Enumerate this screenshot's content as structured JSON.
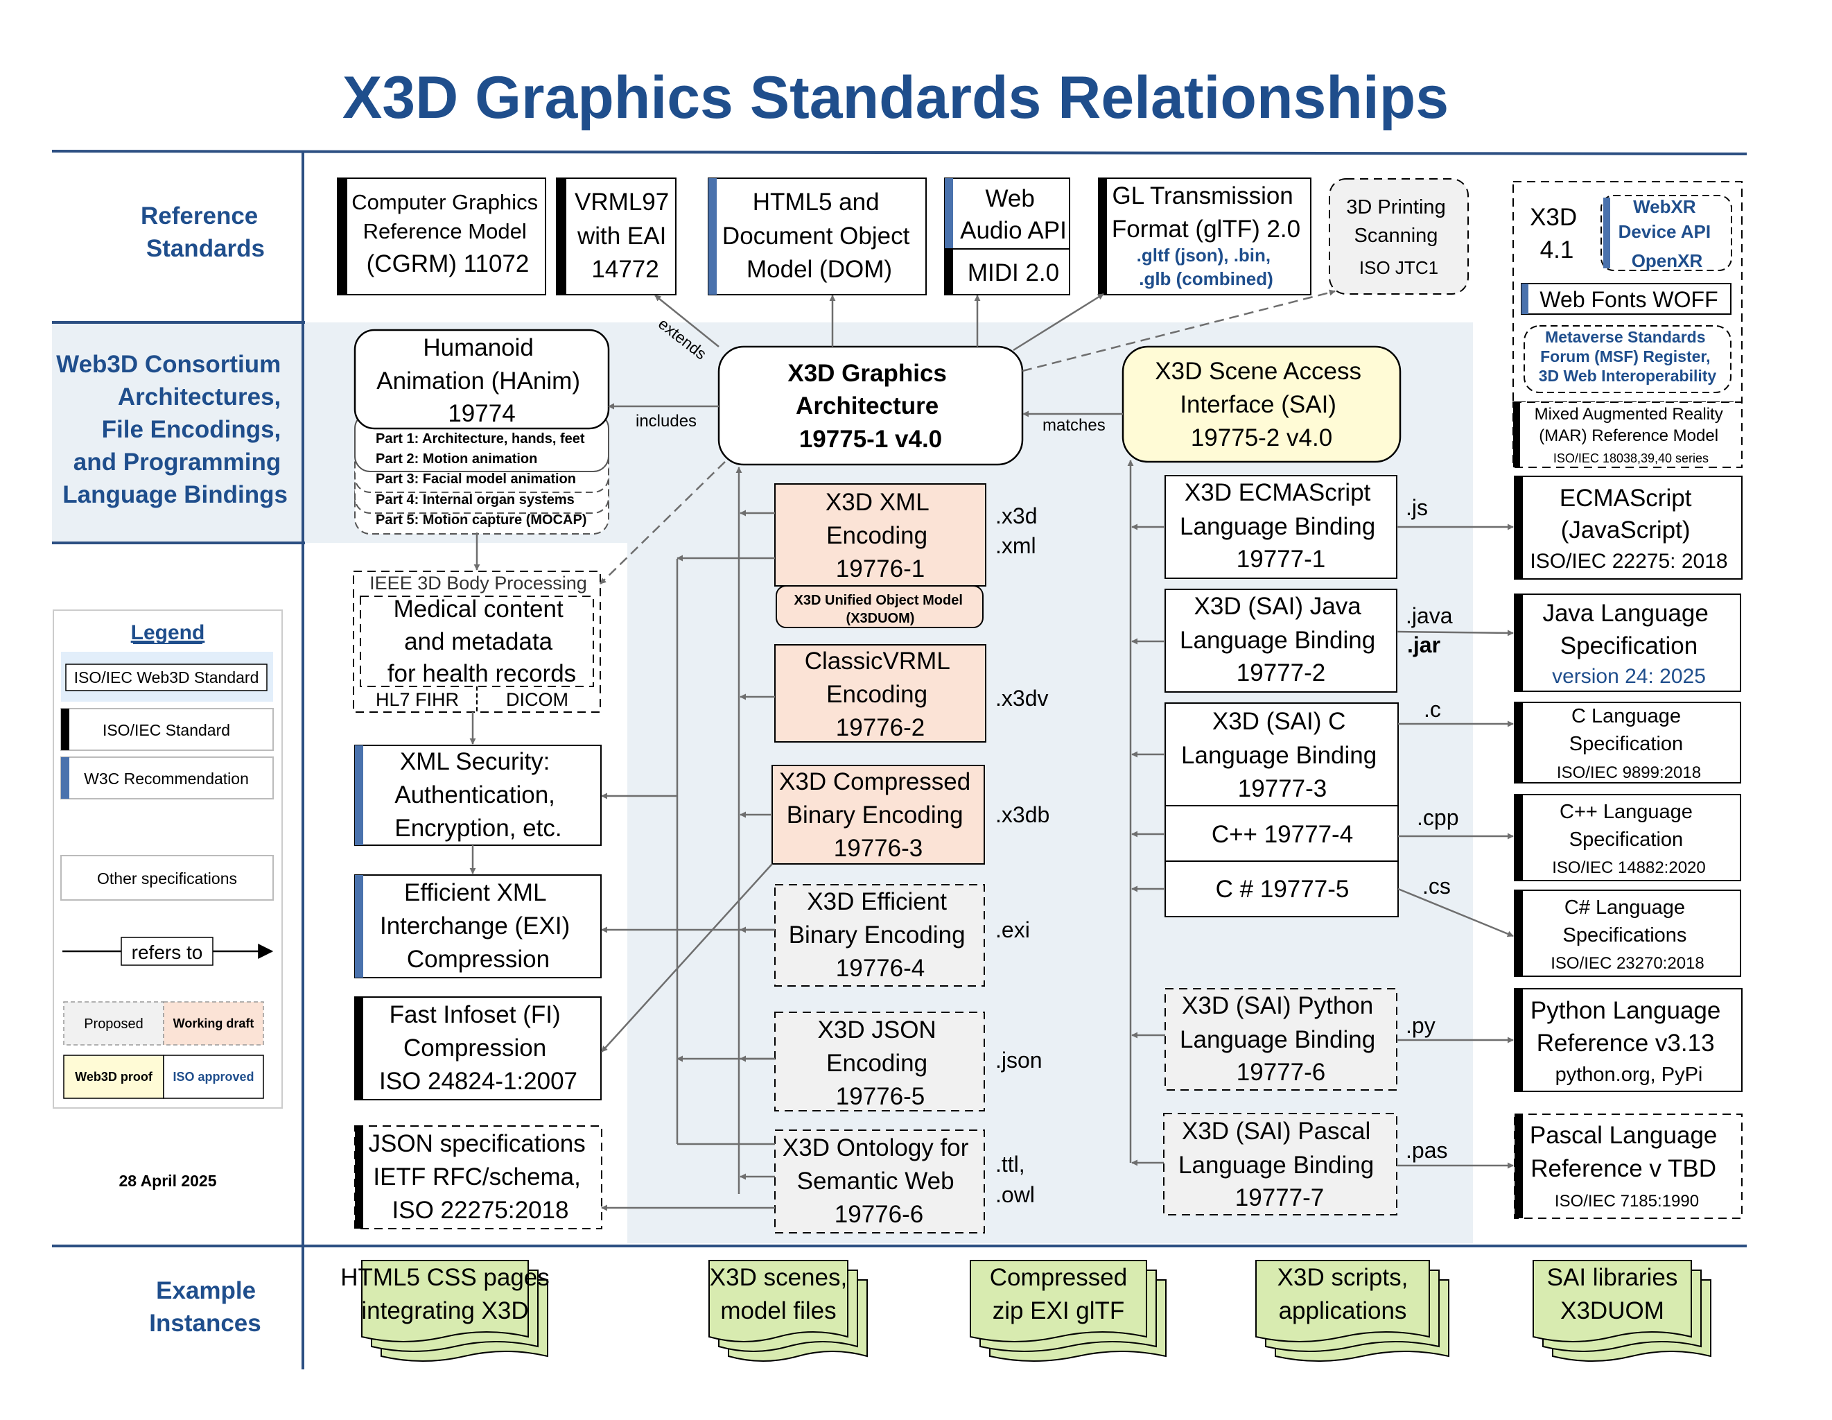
{
  "title": "X3D Graphics Standards Relationships",
  "colors": {
    "title_blue": "#1f4e8c",
    "panel_fill": "#eaf0f5",
    "line_blue": "#2c4f82",
    "iso_bar": "#000000",
    "w3c_bar": "#4a72ad",
    "draft_fill": "#fbe3d6",
    "proof_fill": "#fffbd6",
    "proposed_fill": "#f1f1f1",
    "instance_fill": "#d8ebb0",
    "arrow": "#6e6e6e"
  },
  "row_labels": {
    "reference": [
      "Reference",
      "Standards"
    ],
    "web3d": [
      "Web3D Consortium",
      "Architectures,",
      "File Encodings,",
      "and Programming",
      "Language Bindings"
    ],
    "examples": [
      "Example",
      "Instances"
    ]
  },
  "top_boxes": {
    "cgrm": [
      "Computer Graphics",
      "Reference Model",
      "(CGRM) 11072"
    ],
    "vrml97": [
      "VRML97",
      "with EAI",
      "14772"
    ],
    "html5": [
      "HTML5 and",
      "Document Object",
      "Model (DOM)"
    ],
    "webaudio": [
      "Web",
      "Audio API"
    ],
    "midi": "MIDI 2.0",
    "gltf": [
      "GL Transmission",
      "Format (glTF) 2.0"
    ],
    "gltf_sub": [
      ".gltf (json), .bin,",
      ".glb (combined)"
    ],
    "printing": [
      "3D Printing",
      "Scanning",
      "ISO JTC1"
    ]
  },
  "side_boxes": {
    "x3d41": [
      "X3D",
      "4.1"
    ],
    "webxr": [
      "WebXR",
      "Device API",
      "OpenXR"
    ],
    "webfonts": "Web Fonts WOFF",
    "msf": [
      "Metaverse Standards",
      "Forum (MSF) Register,",
      "3D Web Interoperability"
    ],
    "mar": [
      "Mixed Augmented Reality",
      "(MAR) Reference Model"
    ],
    "mar_sub": "ISO/IEC 18038,39,40 series",
    "ecmascript": [
      "ECMAScript",
      "(JavaScript)",
      "ISO/IEC 22275: 2018"
    ],
    "java": [
      "Java Language",
      "Specification"
    ],
    "java_sub": "version 24: 2025",
    "c": [
      "C Language",
      "Specification"
    ],
    "c_sub": "ISO/IEC 9899:2018",
    "cpp": [
      "C++ Language",
      "Specification"
    ],
    "cpp_sub": "ISO/IEC 14882:2020",
    "csharp": [
      "C# Language",
      "Specifications"
    ],
    "csharp_sub": "ISO/IEC 23270:2018",
    "python": [
      "Python Language",
      "Reference v3.13"
    ],
    "python_sub": "python.org, PyPi",
    "pascal": [
      "Pascal Language",
      "Reference v TBD"
    ],
    "pascal_sub": "ISO/IEC 7185:1990"
  },
  "core": {
    "architecture": [
      "X3D Graphics",
      "Architecture",
      "19775-1 v4.0"
    ],
    "sai": [
      "X3D Scene Access",
      "Interface (SAI)",
      "19775-2 v4.0"
    ],
    "hanim": [
      "Humanoid",
      "Animation (HAnim)",
      "19774"
    ],
    "hanim_parts": [
      "Part 1: Architecture, hands, feet",
      "Part 2: Motion animation",
      "Part 3: Facial model animation",
      "Part 4: Internal organ systems",
      "Part 5: Motion capture (MOCAP)"
    ]
  },
  "edge_labels": {
    "extends": "extends",
    "includes": "includes",
    "matches": "matches"
  },
  "encodings": [
    {
      "lines": [
        "X3D XML",
        "Encoding",
        "19776-1"
      ],
      "ext": [
        ".x3d",
        ".xml"
      ],
      "sub": [
        "X3D Unified Object Model",
        "(X3DUOM)"
      ]
    },
    {
      "lines": [
        "ClassicVRML",
        "Encoding",
        "19776-2"
      ],
      "ext": [
        ".x3dv"
      ]
    },
    {
      "lines": [
        "X3D Compressed",
        "Binary Encoding",
        "19776-3"
      ],
      "ext": [
        ".x3db"
      ]
    },
    {
      "lines": [
        "X3D Efficient",
        "Binary Encoding",
        "19776-4"
      ],
      "ext": [
        ".exi"
      ]
    },
    {
      "lines": [
        "X3D JSON",
        "Encoding",
        "19776-5"
      ],
      "ext": [
        ".json"
      ]
    },
    {
      "lines": [
        "X3D Ontology for",
        "Semantic Web",
        "19776-6"
      ],
      "ext": [
        ".ttl,",
        ".owl"
      ]
    }
  ],
  "bindings": [
    {
      "lines": [
        "X3D ECMAScript",
        "Language Binding",
        "19777-1"
      ],
      "ext": [
        ".js"
      ]
    },
    {
      "lines": [
        "X3D (SAI) Java",
        "Language Binding",
        "19777-2"
      ],
      "ext": [
        ".java",
        ".jar"
      ]
    },
    {
      "lines": [
        "X3D (SAI) C",
        "Language Binding",
        "19777-3"
      ],
      "ext": [
        ".c"
      ]
    },
    {
      "lines": [
        "C++   19777-4"
      ],
      "ext": [
        ".cpp"
      ]
    },
    {
      "lines": [
        "C #   19777-5"
      ],
      "ext": [
        ".cs"
      ]
    },
    {
      "lines": [
        "X3D (SAI) Python",
        "Language Binding",
        "19777-6"
      ],
      "ext": [
        ".py"
      ]
    },
    {
      "lines": [
        "X3D (SAI) Pascal",
        "Language Binding",
        "19777-7"
      ],
      "ext": [
        ".pas"
      ]
    }
  ],
  "left_column": {
    "ieee": "IEEE 3D Body Processing",
    "medical": [
      "Medical content",
      "and metadata",
      "for health records"
    ],
    "hl7": "HL7 FIHR",
    "dicom": "DICOM",
    "xmlsec": [
      "XML Security:",
      "Authentication,",
      "Encryption, etc."
    ],
    "exi": [
      "Efficient XML",
      "Interchange (EXI)",
      "Compression"
    ],
    "fi": [
      "Fast Infoset (FI)",
      "Compression",
      "ISO 24824-1:2007"
    ],
    "json": [
      "JSON specifications",
      "IETF RFC/schema,",
      "ISO 22275:2018"
    ]
  },
  "legend": {
    "title": "Legend",
    "iso_web3d": "ISO/IEC Web3D Standard",
    "iso": "ISO/IEC Standard",
    "w3c": "W3C Recommendation",
    "other": "Other specifications",
    "refers": "refers to",
    "proposed": "Proposed",
    "draft": "Working draft",
    "proof": "Web3D proof",
    "approved": "ISO approved",
    "date": "28 April 2025"
  },
  "instances": [
    [
      "HTML5 CSS pages",
      "integrating X3D"
    ],
    [
      "X3D scenes,",
      "model files"
    ],
    [
      "Compressed",
      "zip EXI glTF"
    ],
    [
      "X3D scripts,",
      "applications"
    ],
    [
      "SAI libraries",
      "X3DUOM"
    ]
  ]
}
